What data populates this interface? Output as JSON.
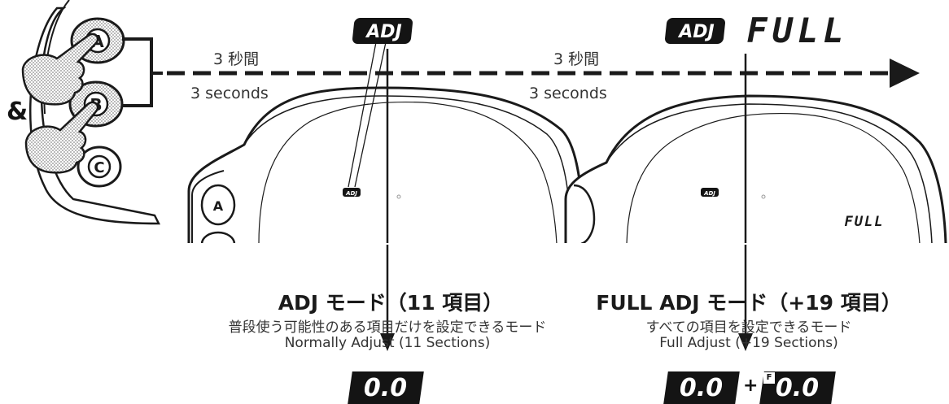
{
  "hint": {
    "ampersand": "&"
  },
  "buttons": [
    {
      "label": "A"
    },
    {
      "label": "B"
    },
    {
      "label": "C"
    }
  ],
  "timers": [
    {
      "jp": "3 秒間",
      "en": "3 seconds"
    },
    {
      "jp": "3 秒間",
      "en": "3 seconds"
    }
  ],
  "displays": {
    "adj_badge": "ADJ",
    "full_text": "FULL"
  },
  "modes": [
    {
      "title": "ADJ モード（11 項目）",
      "desc_jp": "普段使う可能性のある項目だけを設定できるモード",
      "desc_en": "Normally Adjust (11 Sections)",
      "values": [
        "0.0"
      ]
    },
    {
      "title": "FULL ADJ モード（+19 項目）",
      "desc_jp": "すべての項目を設定できるモード",
      "desc_en": "Full Adjust (+19 Sections)",
      "values": [
        "0.0",
        "0.0"
      ],
      "plus": "+",
      "flag": "F"
    }
  ],
  "colors": {
    "ink": "#141414",
    "hatch": "#9a9a9a",
    "paper": "#ffffff"
  }
}
